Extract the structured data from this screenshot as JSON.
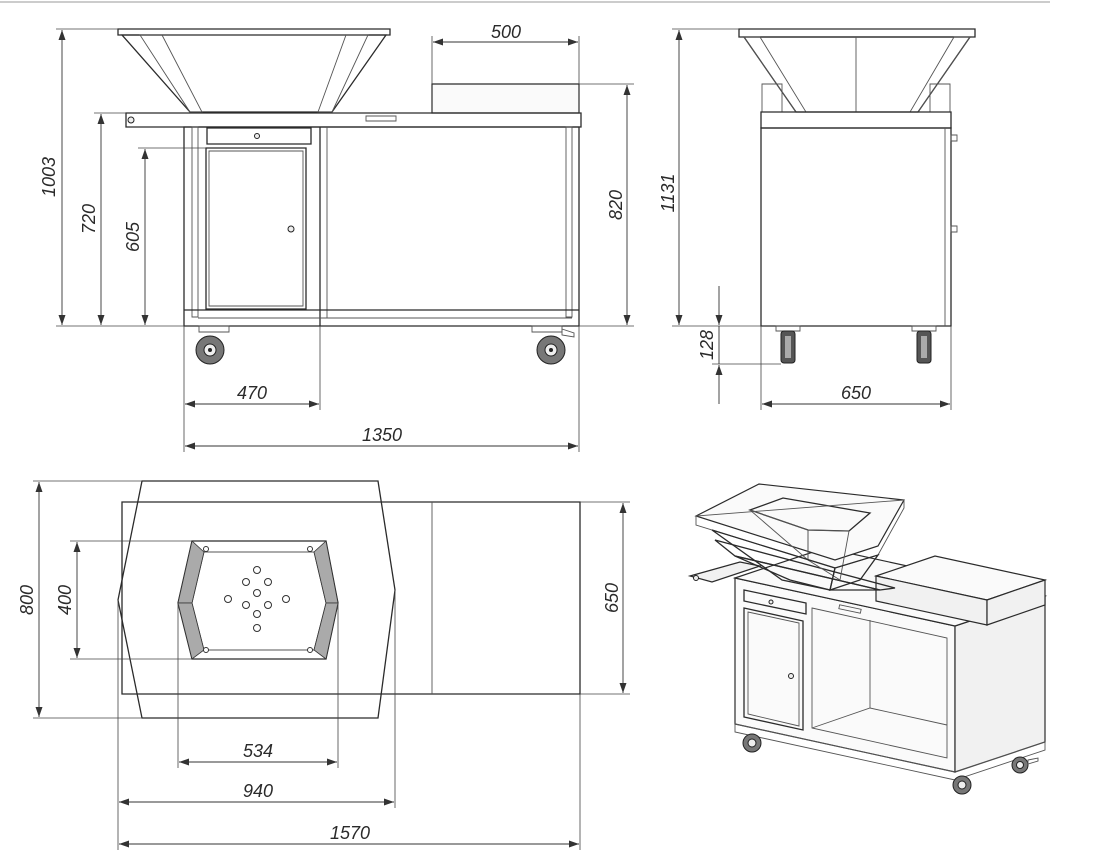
{
  "dimensions": {
    "front": {
      "overall_height": "1003",
      "side_shelf_height": "720",
      "door_height": "605",
      "cabinet_height": "820",
      "side_box_width": "500",
      "door_module_width": "470",
      "total_width": "1350"
    },
    "side": {
      "overall_height": "1131",
      "wheel_height": "128",
      "depth": "650"
    },
    "top": {
      "plate_depth": "800",
      "firebox_depth": "400",
      "firebox_width": "534",
      "plate_width": "940",
      "total_width": "1570",
      "cabinet_depth": "650"
    }
  }
}
